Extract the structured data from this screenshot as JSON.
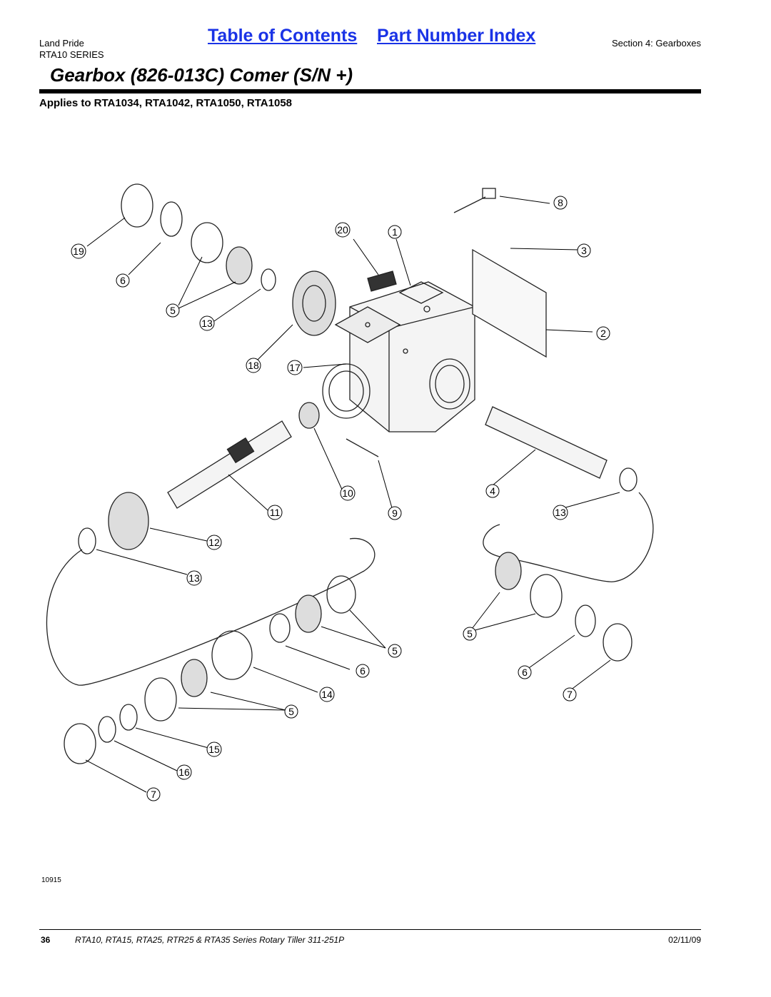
{
  "header": {
    "brand": "Land Pride",
    "series": "RTA10 SERIES",
    "toc_link": "Table of Contents",
    "part_index_link": "Part Number Index",
    "section": "Section 4: Gearboxes",
    "link_color": "#1a33e6"
  },
  "title": "Gearbox (826-013C) Comer (S/N +)",
  "applies_to": "Applies to RTA1034, RTA1042, RTA1050, RTA1058",
  "diagram": {
    "figure_id": "10915",
    "callouts": [
      "1",
      "2",
      "3",
      "4",
      "5",
      "5",
      "5",
      "5",
      "6",
      "6",
      "6",
      "7",
      "7",
      "8",
      "9",
      "10",
      "11",
      "12",
      "13",
      "13",
      "13",
      "14",
      "15",
      "16",
      "17",
      "18",
      "19",
      "20"
    ]
  },
  "footer": {
    "page_number": "36",
    "manual_title": "RTA10, RTA15, RTA25, RTR25 & RTA35 Series Rotary Tiller 311-251P",
    "date": "02/11/09"
  }
}
